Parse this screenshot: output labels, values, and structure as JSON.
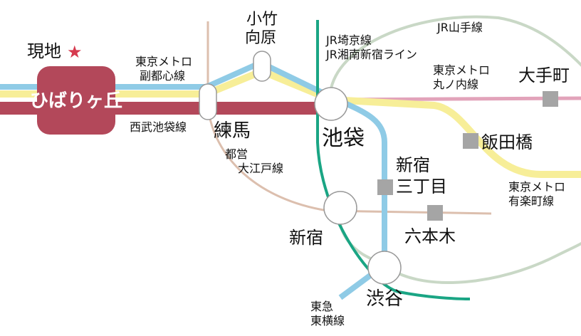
{
  "current_location": {
    "label": "現地",
    "marker": "star-icon",
    "marker_color": "#d63a4e"
  },
  "home_station": {
    "name": "ひばりヶ丘",
    "color": "#b3485a"
  },
  "stations": {
    "ikebukuro": "池袋",
    "nerima": "練馬",
    "kotake_mukaihara_1": "小竹",
    "kotake_mukaihara_2": "向原",
    "shinjuku": "新宿",
    "shibuya": "渋谷",
    "otemachi": "大手町",
    "iidabashi": "飯田橋",
    "shinjuku_sanchome_1": "新宿",
    "shinjuku_sanchome_2": "三丁目",
    "roppongi": "六本木"
  },
  "lines": {
    "fukutoshin_1": "東京メトロ",
    "fukutoshin_2": "副都心線",
    "seibu_ikebukuro": "西武池袋線",
    "oedo_1": "都営",
    "oedo_2": "大江戸線",
    "saikyo_1": "JR埼京線",
    "saikyo_2": "JR湘南新宿ライン",
    "yamanote": "JR山手線",
    "marunouchi_1": "東京メトロ",
    "marunouchi_2": "丸ノ内線",
    "yurakucho_1": "東京メトロ",
    "yurakucho_2": "有楽町線",
    "toyoko_1": "東急",
    "toyoko_2": "東横線"
  },
  "colors": {
    "seibu": "#b3485a",
    "fukutoshin": "#8fcbe6",
    "yurakucho": "#f7ee98",
    "saikyo": "#1aa584",
    "yamanote": "#c9d8c6",
    "marunouchi": "#e2a3ba",
    "oedo": "#dcbfae",
    "station_square": "#a5a5a5"
  }
}
